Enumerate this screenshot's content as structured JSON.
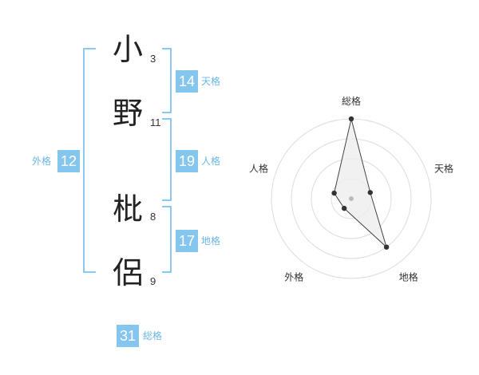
{
  "name": {
    "chars": [
      "小",
      "野",
      "枇",
      "侶"
    ],
    "strokes": [
      "3",
      "11",
      "8",
      "9"
    ]
  },
  "fortune": {
    "tenkaku": {
      "value": "14",
      "label": "天格"
    },
    "jinkaku": {
      "value": "19",
      "label": "人格"
    },
    "chikaku": {
      "value": "17",
      "label": "地格"
    },
    "gaikaku": {
      "value": "12",
      "label": "外格"
    },
    "soukaku": {
      "value": "31",
      "label": "総格"
    }
  },
  "chart_data": {
    "type": "radar",
    "axes": [
      "総格",
      "天格",
      "地格",
      "外格",
      "人格"
    ],
    "values": [
      4,
      1,
      3,
      0.6,
      0.9
    ],
    "max": 4,
    "rings": 4,
    "colors": {
      "grid": "#dddddd",
      "fill": "#eeeeee",
      "line": "#444444",
      "point": "#333333",
      "center": "#bbbbbb"
    }
  }
}
